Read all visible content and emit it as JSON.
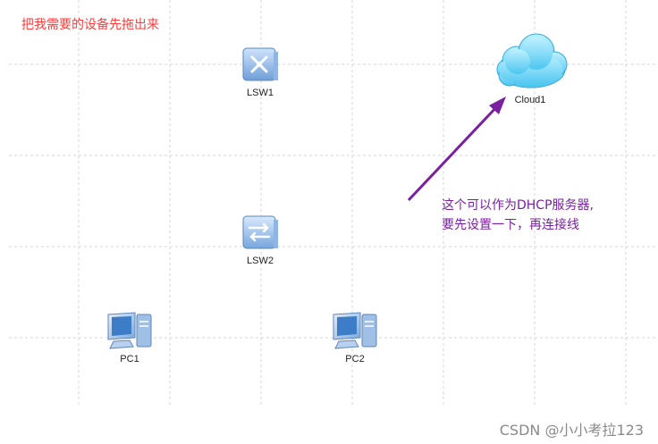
{
  "top_note": "把我需要的设备先拖出来",
  "devices": {
    "lsw1": {
      "label": "LSW1",
      "icon": "switch-icon"
    },
    "lsw2": {
      "label": "LSW2",
      "icon": "switch-icon"
    },
    "cloud1": {
      "label": "Cloud1",
      "icon": "cloud-icon"
    },
    "pc1": {
      "label": "PC1",
      "icon": "pc-icon"
    },
    "pc2": {
      "label": "PC2",
      "icon": "pc-icon"
    }
  },
  "annotation": {
    "line1": "这个可以作为DHCP服务器,",
    "line2": "要先设置一下，再连接线"
  },
  "watermark": "CSDN @小小考拉123",
  "colors": {
    "top_note": "#ff3b3b",
    "annotation": "#7a1fa2",
    "arrow": "#7a1fa2",
    "grid": "#d6d6d6"
  }
}
